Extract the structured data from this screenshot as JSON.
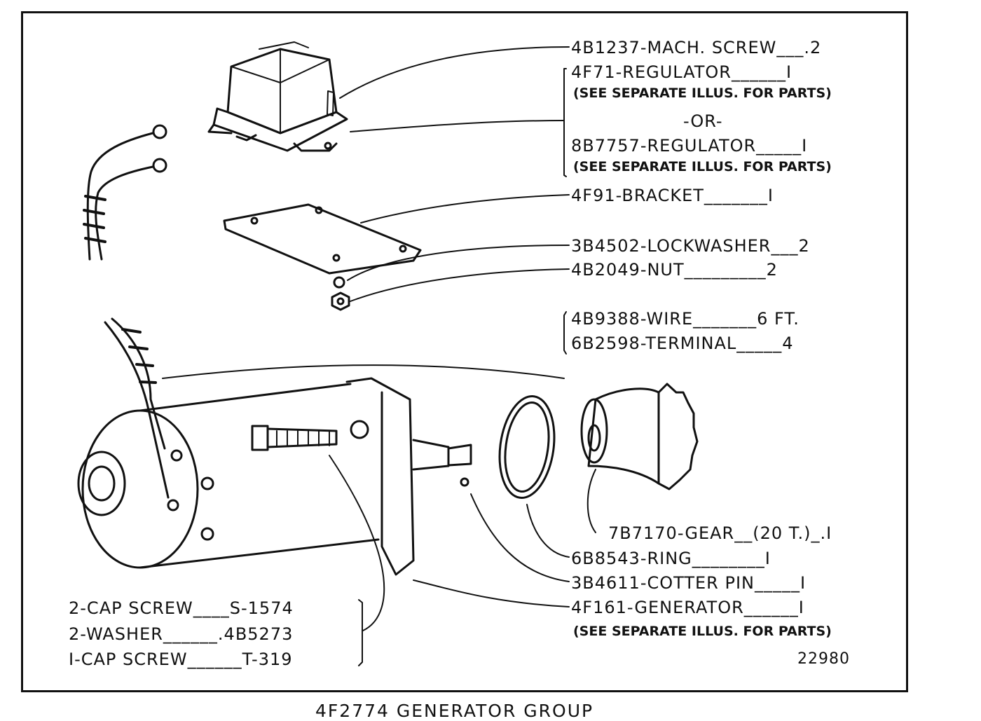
{
  "diagram": {
    "title": "4F2774 GENERATOR GROUP",
    "drawing_number": "22980",
    "callouts_right": [
      {
        "id": "mach-screw",
        "text": "4B1237-MACH. SCREW___.2"
      },
      {
        "id": "regulator-1",
        "text": "4F71-REGULATOR______I"
      },
      {
        "id": "note-1",
        "text": "(SEE SEPARATE ILLUS. FOR PARTS)"
      },
      {
        "id": "or",
        "text": "-OR-"
      },
      {
        "id": "regulator-2",
        "text": "8B7757-REGULATOR_____I"
      },
      {
        "id": "note-2",
        "text": "(SEE SEPARATE ILLUS. FOR PARTS)"
      },
      {
        "id": "bracket",
        "text": "4F91-BRACKET_______I"
      },
      {
        "id": "lockwasher",
        "text": "3B4502-LOCKWASHER___2"
      },
      {
        "id": "nut",
        "text": "4B2049-NUT_________2"
      },
      {
        "id": "wire",
        "text": "4B9388-WIRE_______6 FT."
      },
      {
        "id": "terminal",
        "text": "6B2598-TERMINAL_____4"
      },
      {
        "id": "gear",
        "text": "7B7170-GEAR__(20 T.)_.I"
      },
      {
        "id": "ring",
        "text": "6B8543-RING________I"
      },
      {
        "id": "cotter-pin",
        "text": "3B4611-COTTER PIN_____I"
      },
      {
        "id": "generator",
        "text": "4F161-GENERATOR______I"
      },
      {
        "id": "note-3",
        "text": "(SEE SEPARATE ILLUS. FOR PARTS)"
      }
    ],
    "callouts_left": [
      {
        "id": "cap-screw-1",
        "text": "2-CAP  SCREW____S-1574"
      },
      {
        "id": "washer",
        "text": "2-WASHER______.4B5273"
      },
      {
        "id": "cap-screw-2",
        "text": "I-CAP  SCREW______T-319"
      }
    ]
  }
}
